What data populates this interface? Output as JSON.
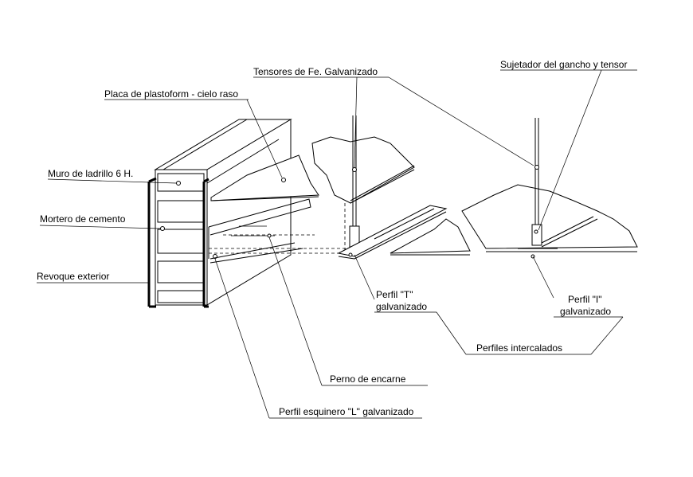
{
  "labels": {
    "tensores": "Tensores de Fe. Galvanizado",
    "sujetador": "Sujetador del gancho y tensor",
    "placa": "Placa de plastoform - cielo raso",
    "muro": "Muro de ladrillo 6 H.",
    "mortero": "Mortero de cemento",
    "revoque": "Revoque exterior",
    "perfil_t_line1": "Perfil \"T\"",
    "perfil_t_line2": "galvanizado",
    "perfil_i_line1": "Perfil \"I\"",
    "perfil_i_line2": "galvanizado",
    "perfiles_intercalados": "Perfiles intercalados",
    "perno": "Perno de encarne",
    "perfil_l": "Perfil esquinero \"L\" galvanizado"
  }
}
